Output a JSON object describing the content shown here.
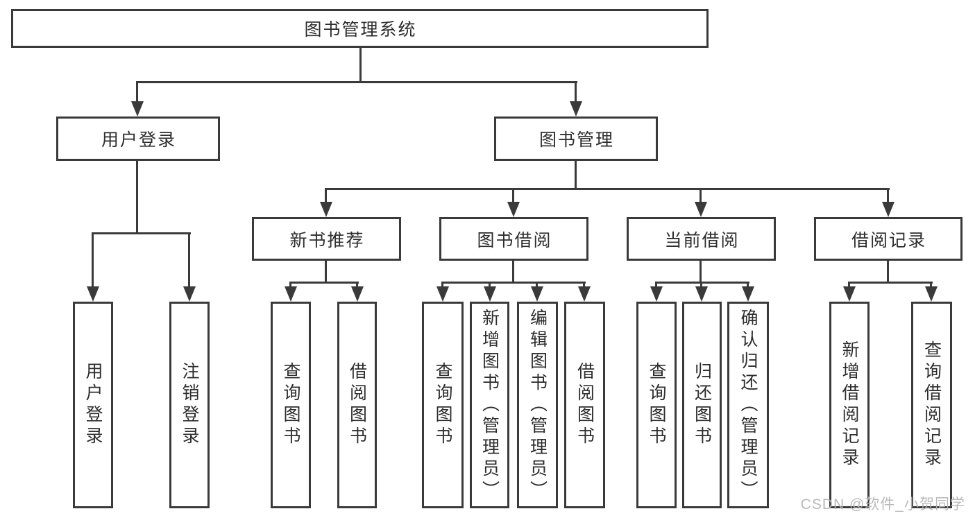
{
  "diagram_type": "hierarchy-tree",
  "tree": {
    "label": "图书管理系统",
    "children": [
      {
        "label": "用户登录",
        "children": [
          {
            "label": "用户登录"
          },
          {
            "label": "注销登录"
          }
        ]
      },
      {
        "label": "图书管理",
        "children": [
          {
            "label": "新书推荐",
            "children": [
              {
                "label": "查询图书"
              },
              {
                "label": "借阅图书"
              }
            ]
          },
          {
            "label": "图书借阅",
            "children": [
              {
                "label": "查询图书"
              },
              {
                "label": "新增图书（管理员）"
              },
              {
                "label": "编辑图书（管理员）"
              },
              {
                "label": "借阅图书"
              }
            ]
          },
          {
            "label": "当前借阅",
            "children": [
              {
                "label": "查询图书"
              },
              {
                "label": "归还图书"
              },
              {
                "label": "确认归还（管理员）"
              }
            ]
          },
          {
            "label": "借阅记录",
            "children": [
              {
                "label": "新增借阅记录"
              },
              {
                "label": "查询借阅记录"
              }
            ]
          }
        ]
      }
    ]
  },
  "watermark": {
    "text": "CSDN @软件_小贺同学"
  },
  "colors": {
    "line": "#3a3a3a",
    "text": "#2d2d2d",
    "background": "#ffffff",
    "watermark": "#b5b5b5"
  }
}
